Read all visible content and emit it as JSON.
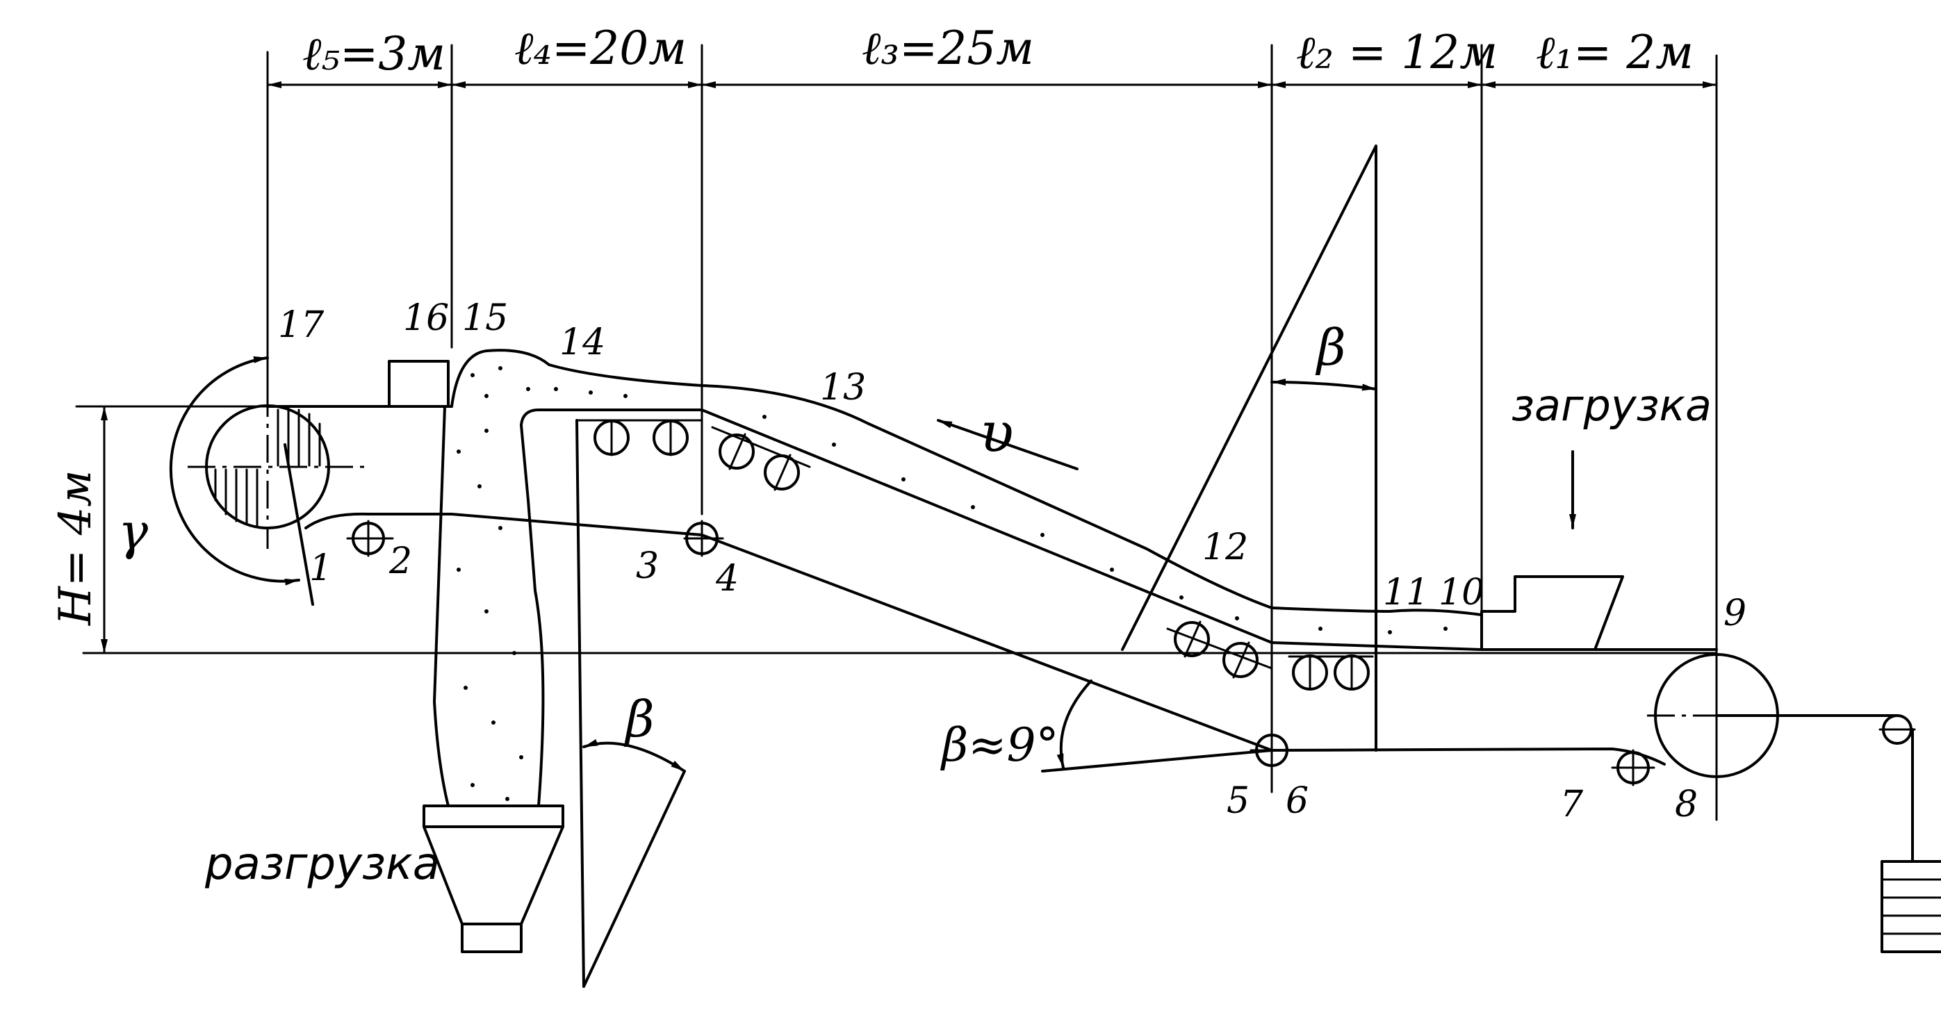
{
  "dimensions": {
    "l5": "ℓ₅=3м",
    "l4": "ℓ₄=20м",
    "l3": "ℓ₃=25м",
    "l2": "ℓ₂ = 12м",
    "l1": "ℓ₁= 2м"
  },
  "height_label": "H= 4м",
  "angle_gamma": "γ",
  "angle_beta": "β",
  "angle_beta_value": "β≈9°",
  "velocity": "υ",
  "loading_label": "загрузка",
  "unloading_label": "разгрузка",
  "points": [
    "1",
    "2",
    "3",
    "4",
    "5",
    "6",
    "7",
    "8",
    "9",
    "10",
    "11",
    "12",
    "13",
    "14",
    "15",
    "16",
    "17"
  ]
}
